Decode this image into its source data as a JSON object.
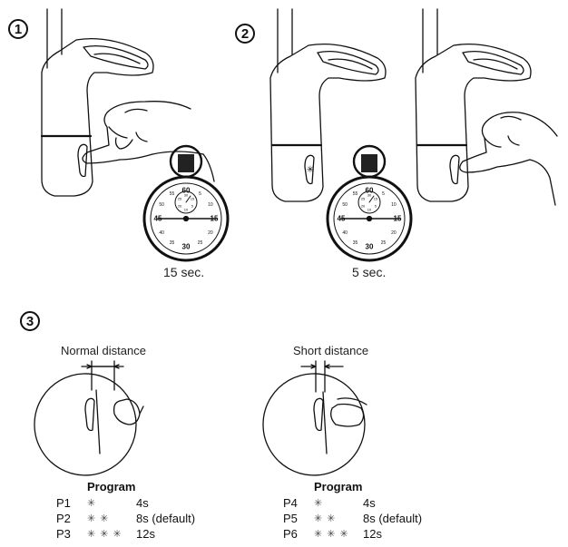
{
  "steps": [
    {
      "number": "1",
      "caption": "15 sec."
    },
    {
      "number": "2",
      "caption": "5 sec."
    },
    {
      "number": "3"
    }
  ],
  "stopwatch": {
    "outer_marks": [
      "60",
      "5",
      "10",
      "15",
      "20",
      "25",
      "30",
      "35",
      "40",
      "45",
      "50",
      "55"
    ],
    "inner_marks": [
      "30",
      "15",
      "5",
      "10",
      "20",
      "25"
    ]
  },
  "distances": [
    {
      "label": "Normal distance"
    },
    {
      "label": "Short distance"
    }
  ],
  "programs": [
    {
      "title": "Program",
      "rows": [
        {
          "id": "P1",
          "stars": "✳",
          "duration": "4s"
        },
        {
          "id": "P2",
          "stars": "✳ ✳",
          "duration": "8s (default)"
        },
        {
          "id": "P3",
          "stars": "✳ ✳ ✳",
          "duration": "12s"
        }
      ]
    },
    {
      "title": "Program",
      "rows": [
        {
          "id": "P4",
          "stars": "✳",
          "duration": "4s"
        },
        {
          "id": "P5",
          "stars": "✳ ✳",
          "duration": "8s (default)"
        },
        {
          "id": "P6",
          "stars": "✳ ✳ ✳",
          "duration": "12s"
        }
      ]
    }
  ]
}
